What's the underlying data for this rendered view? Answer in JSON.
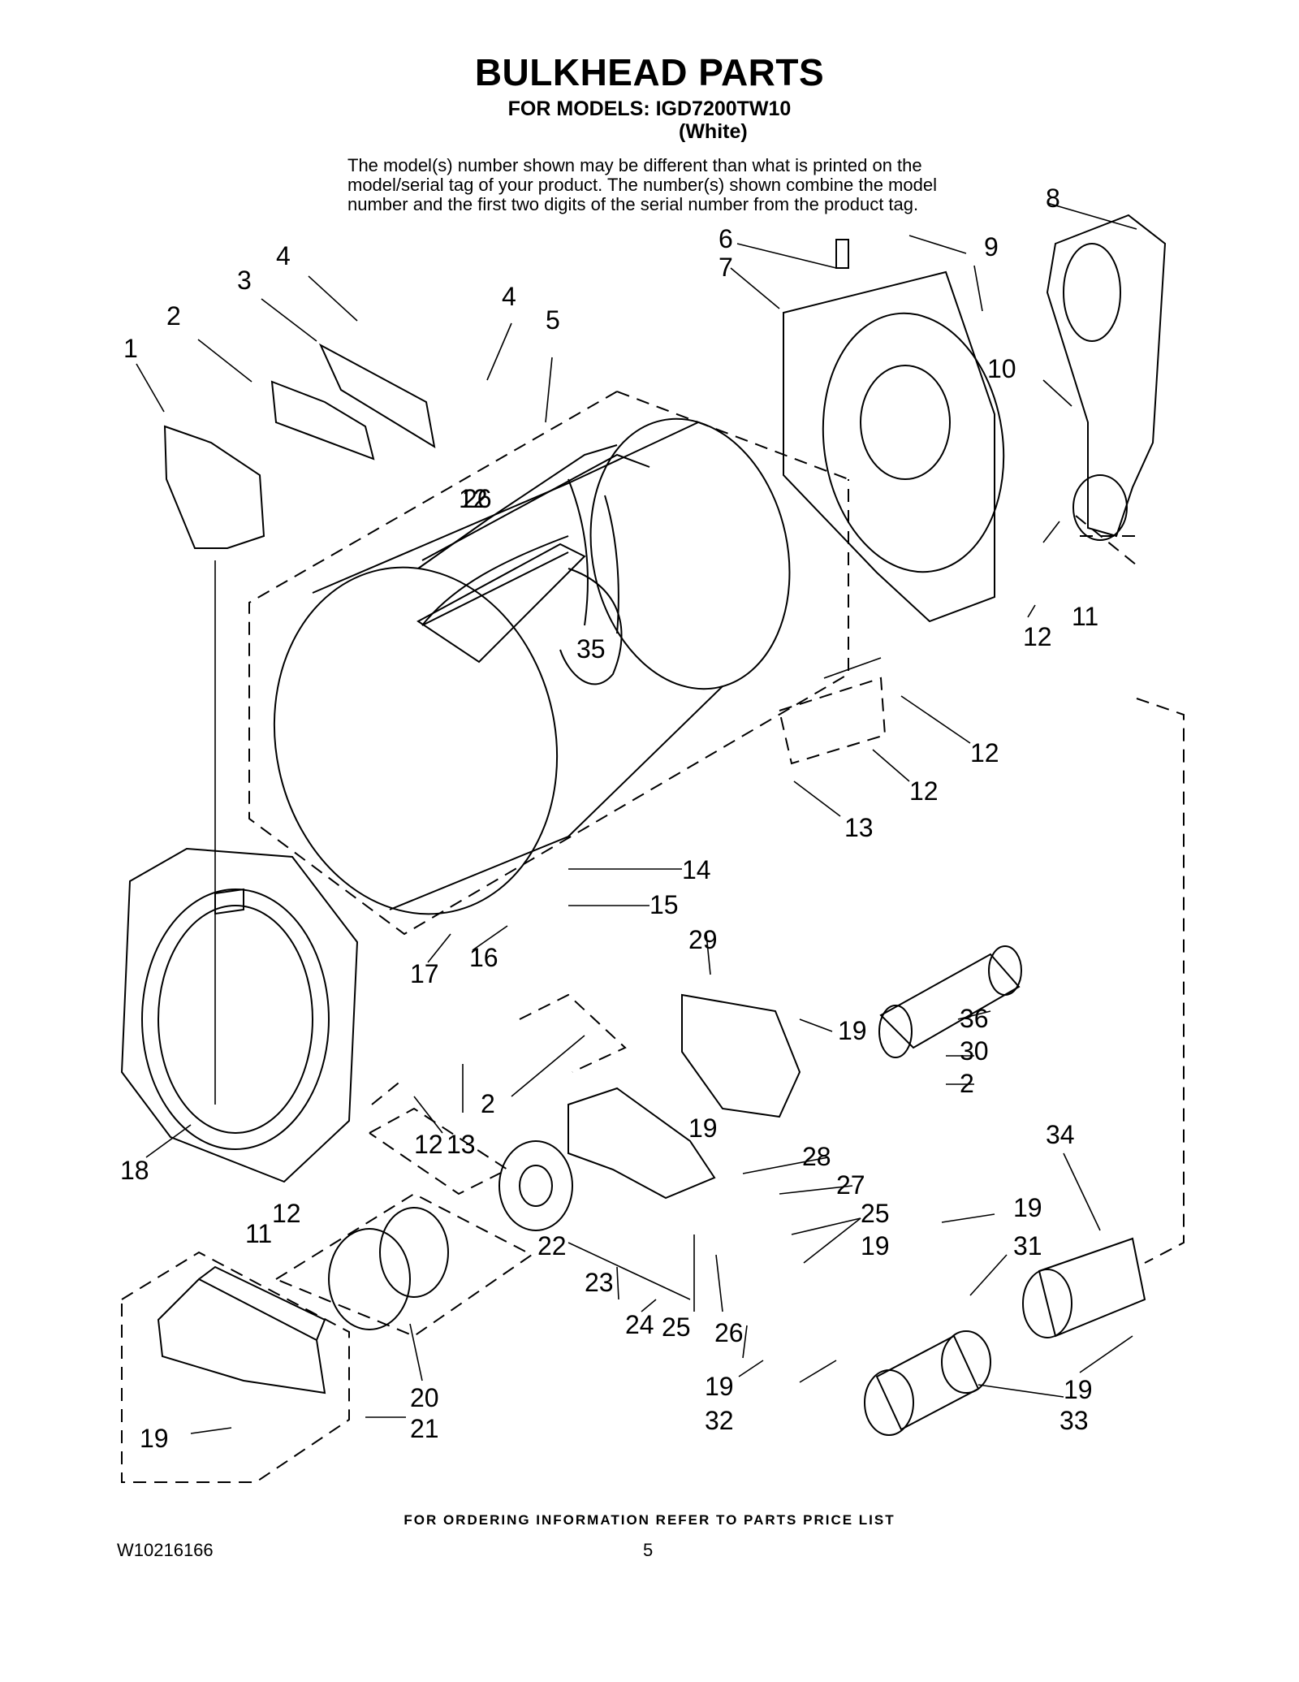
{
  "header": {
    "title": "BULKHEAD PARTS",
    "models": "FOR MODELS: IGD7200TW10",
    "color": "(White)",
    "disclaimer": [
      "The model(s) number shown may be different than what is printed on the",
      "model/serial tag of your product. The number(s) shown combine the model",
      "number and the first two digits of the serial number from the product tag."
    ]
  },
  "callouts": [
    "1",
    "2",
    "3",
    "4",
    "4",
    "5",
    "6",
    "7",
    "8",
    "9",
    "10",
    "11",
    "12",
    "12",
    "12",
    "13",
    "12",
    "26",
    "35",
    "14",
    "15",
    "16",
    "17",
    "18",
    "12",
    "11",
    "12",
    "13",
    "2",
    "29",
    "19",
    "19",
    "36",
    "30",
    "2",
    "28",
    "27",
    "25",
    "19",
    "34",
    "22",
    "23",
    "24",
    "25",
    "26",
    "19",
    "31",
    "20",
    "21",
    "19",
    "19",
    "32",
    "33",
    "19"
  ],
  "footer": {
    "ordering_note": "FOR ORDERING INFORMATION REFER TO PARTS PRICE LIST",
    "doc_number": "W10216166",
    "page_number": "5"
  }
}
